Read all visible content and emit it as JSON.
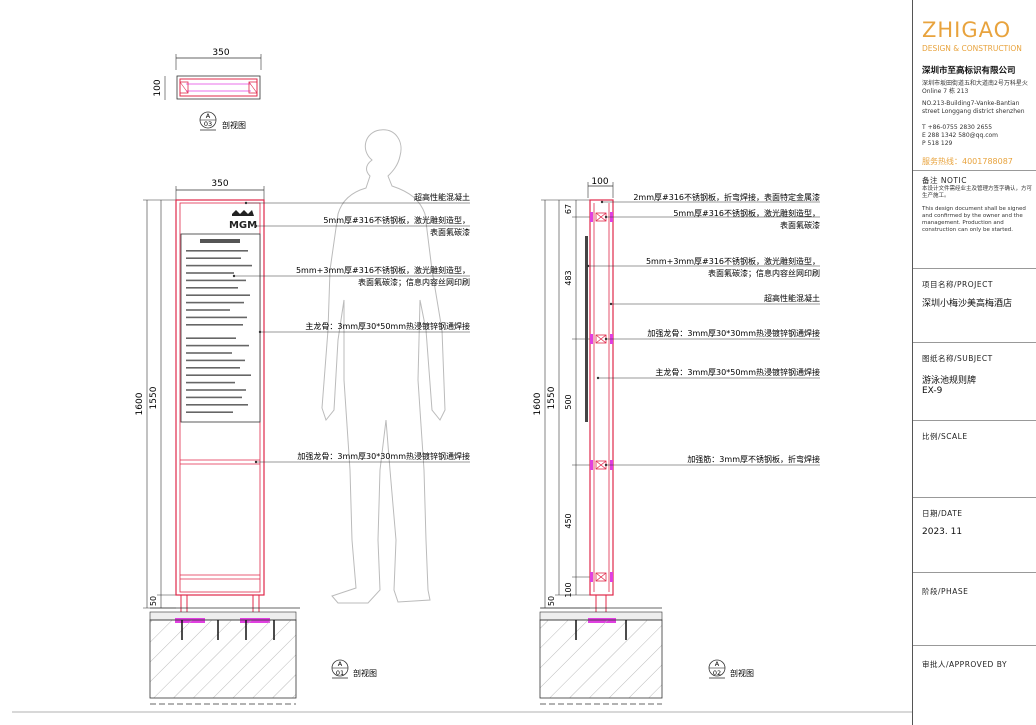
{
  "title_block": {
    "logo": "ZHIGAO",
    "logo_sub": "DESIGN & CONSTRUCTION",
    "company": "深圳市至高标识有限公司",
    "address_cn": "深圳市坂田街道五和大道南2号万科星火 Online 7 栋 213",
    "address_en": "NO.213-Building7-Vanke-Bantian street Longgang district shenzhen",
    "tel": "T  +86-0755 2830 2655",
    "email": "E  288 1342 580@qq.com",
    "post": "P  518 129",
    "hotline": "服务热线：4001788087",
    "notic_label": "备注 NOTIC",
    "notic_cn": "本设计文件需经业主及管理方签字确认，方可生产施工。",
    "notic_en": "This design document shall be signed and confirmed by the owner and the management. Production and construction can only be started.",
    "project_label": "项目名称/PROJECT",
    "project_value": "深圳小梅沙美高梅酒店",
    "subject_label": "图纸名称/SUBJECT",
    "subject_value": "游泳池规则牌",
    "subject_code": "EX-9",
    "scale_label": "比例/SCALE",
    "date_label": "日期/DATE",
    "date_value": "2023. 11",
    "phase_label": "阶段/PHASE",
    "approved_label": "审批人/APPROVED BY"
  },
  "drawing": {
    "top_view": {
      "width": "350",
      "depth": "100",
      "ref_top": "A",
      "ref_bottom": "03",
      "caption": "剖视图"
    },
    "front_view": {
      "width": "350",
      "total_height": "1600",
      "body_height": "1550",
      "base_height": "50",
      "ref_top": "A",
      "ref_bottom": "01",
      "caption": "剖视图",
      "logo": "MGM",
      "callouts": [
        "超高性能混凝土",
        "5mm厚#316不锈钢板，激光雕刻造型，",
        "表面氟碳漆",
        "5mm+3mm厚#316不锈钢板，激光雕刻造型，",
        "表面氟碳漆；信息内容丝网印刷",
        "主龙骨：3mm厚30*50mm热浸镀锌钢通焊接",
        "加强龙骨：3mm厚30*30mm热浸镀锌钢通焊接"
      ]
    },
    "side_view": {
      "width": "100",
      "dims": [
        "67",
        "483",
        "500",
        "450",
        "100"
      ],
      "total_height": "1600",
      "body_height": "1550",
      "base_height": "50",
      "ref_top": "A",
      "ref_bottom": "02",
      "caption": "剖视图",
      "callouts": [
        "2mm厚#316不锈钢板，折弯焊接，表面特定金属漆",
        "5mm厚#316不锈钢板，激光雕刻造型，",
        "表面氟碳漆",
        "5mm+3mm厚#316不锈钢板，激光雕刻造型，",
        "表面氟碳漆；信息内容丝网印刷",
        "超高性能混凝土",
        "加强龙骨：3mm厚30*30mm热浸镀锌钢通焊接",
        "主龙骨：3mm厚30*50mm热浸镀锌钢通焊接",
        "加强筋：3mm厚不锈钢板，折弯焊接"
      ]
    }
  },
  "colors": {
    "accent": "#e8a33d",
    "red": "#e0284a",
    "magenta": "#e040e0",
    "line": "#333333"
  }
}
